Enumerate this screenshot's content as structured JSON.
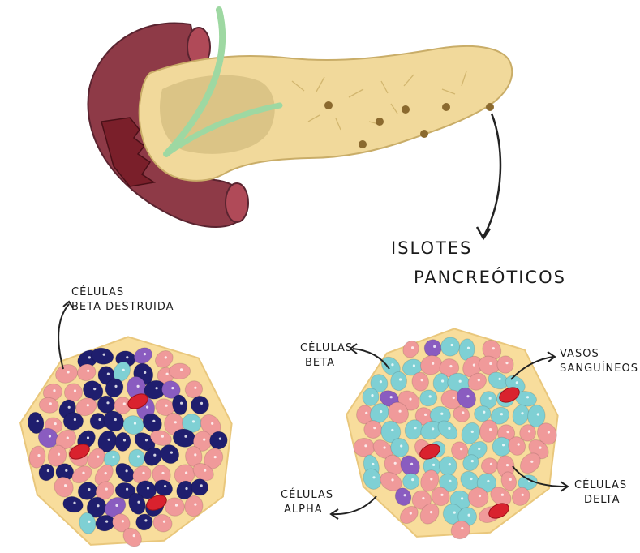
{
  "title_line1": "ISLOTES",
  "title_line2": "PANCREÓTICOS",
  "left_islet": {
    "label_line1": "CÉLULAS",
    "label_line2": "BETA DESTRUIDA"
  },
  "right_islet": {
    "beta_line1": "CÉLULAS",
    "beta_line2": "BETA",
    "vessels_line1": "VASOS",
    "vessels_line2": "SANGUÍNEOS",
    "alpha_line1": "CÉLULAS",
    "alpha_line2": "ALPHA",
    "delta_line1": "CÉLULAS",
    "delta_line2": "DELTA"
  },
  "colors": {
    "duodenum": "#8e3a47",
    "pancreas": "#f1d99b",
    "duct": "#9ed8a2",
    "beta_cell": "#7fd0d4",
    "beta_destroyed": "#1f1e6e",
    "alpha_cell": "#f09a9a",
    "delta_cell": "#8a5cc0",
    "vessel": "#d9222e",
    "islet_bg": "#f8dd9c"
  }
}
